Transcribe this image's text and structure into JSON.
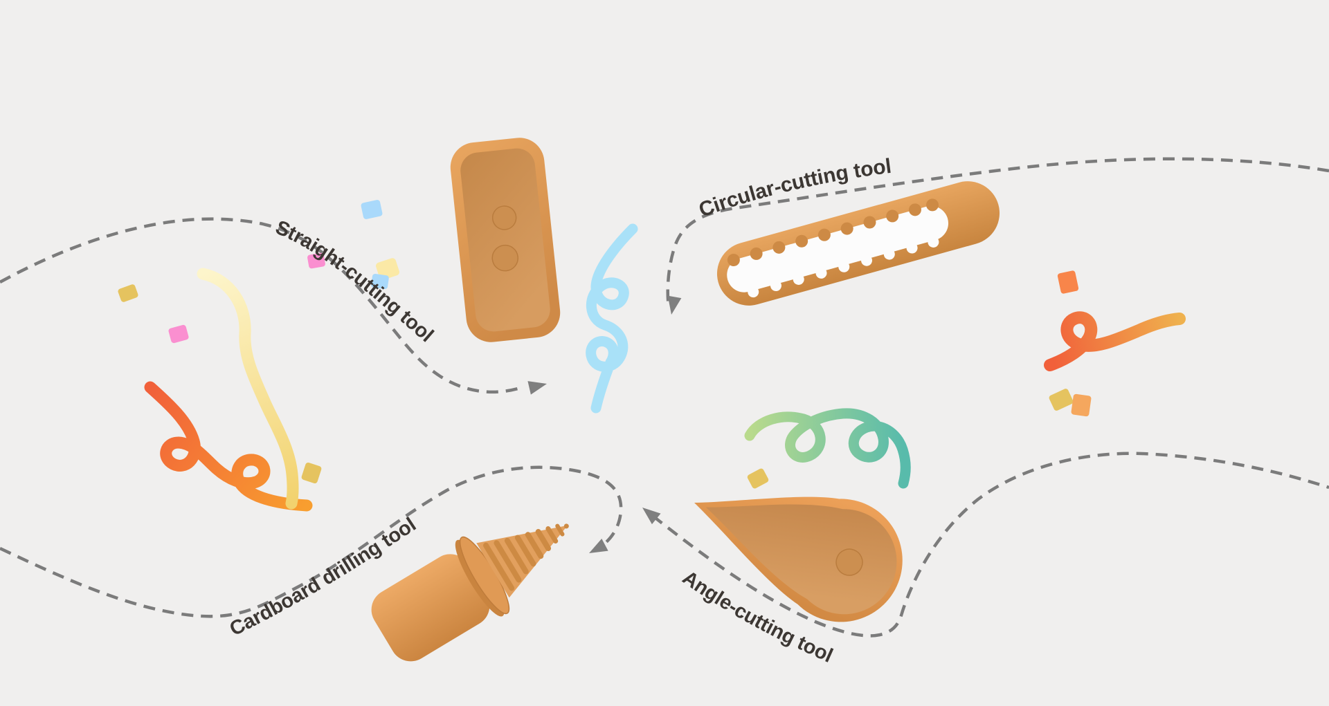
{
  "labels": {
    "straight_cutting": "Straight-cutting tool",
    "circular_cutting": "Circular-cutting tool",
    "cardboard_drilling": "Cardboard drilling tool",
    "angle_cutting": "Angle-cutting tool"
  },
  "colors": {
    "background": "#f0efee",
    "label_text": "#3c3733",
    "dashed_line": "#7b7b7b",
    "arrowhead": "#7f7f7f",
    "tool_orange": "#dd9757",
    "tool_orange_light": "#e8a35f",
    "tool_orange_dark": "#c5854a",
    "tool_button": "#cc8f50",
    "cutout_white": "#fcfcfc",
    "streamer_blue": "#a9e1f8",
    "streamer_teal_start": "#b9da8c",
    "streamer_teal_end": "#58bbab",
    "streamer_orange_start": "#f1603a",
    "streamer_orange_end": "#f89e2f",
    "streamer_yellow_start": "#fdf5cb",
    "streamer_yellow_end": "#f2d26e",
    "confetti_pink": "#fa8fd0",
    "confetti_blue": "#a9d9fb",
    "confetti_gold": "#e5c35f",
    "confetti_yellow": "#fbe9a6",
    "confetti_orange": "#f8854a",
    "confetti_peach": "#f5a75e"
  }
}
